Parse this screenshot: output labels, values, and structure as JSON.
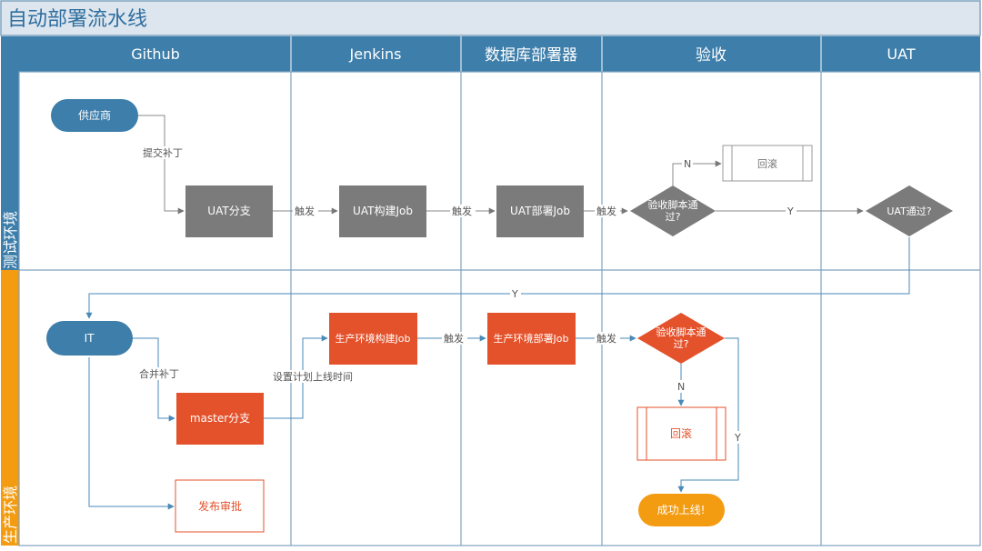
{
  "title": "自动部署流水线",
  "columns": [
    "Github",
    "Jenkins",
    "数据库部署器",
    "验收",
    "UAT"
  ],
  "lanes": [
    "测试环境",
    "生产环境"
  ],
  "nodes": {
    "supplier": "供应商",
    "uat_branch": "UAT分支",
    "uat_build": "UAT构建Job",
    "uat_deploy": "UAT部署Job",
    "test_check": "验收脚本通过?",
    "test_rollback": "回滚",
    "uat_pass": "UAT通过?",
    "it": "IT",
    "master_branch": "master分支",
    "release_review": "发布审批",
    "prod_build": "生产环境构建Job",
    "prod_deploy": "生产环境部署Job",
    "prod_check": "验收脚本通过?",
    "prod_rollback": "回滚",
    "success": "成功上线!"
  },
  "edge_labels": {
    "submit_patch": "提交补丁",
    "trigger": "触发",
    "no": "N",
    "yes": "Y",
    "merge_patch": "合并补丁",
    "schedule": "设置计划上线时间"
  },
  "colors": {
    "header": "#3d7eaa",
    "title_bg": "#dde6ef",
    "lane_test": "#3d7eaa",
    "lane_prod": "#f39c12",
    "gray_box": "#7b7b7b",
    "orange_box": "#e4522b",
    "blue_pill": "#3d7eaa",
    "success": "#f39c12",
    "line": "#4a8ab8",
    "border": "#7fa3c0"
  }
}
